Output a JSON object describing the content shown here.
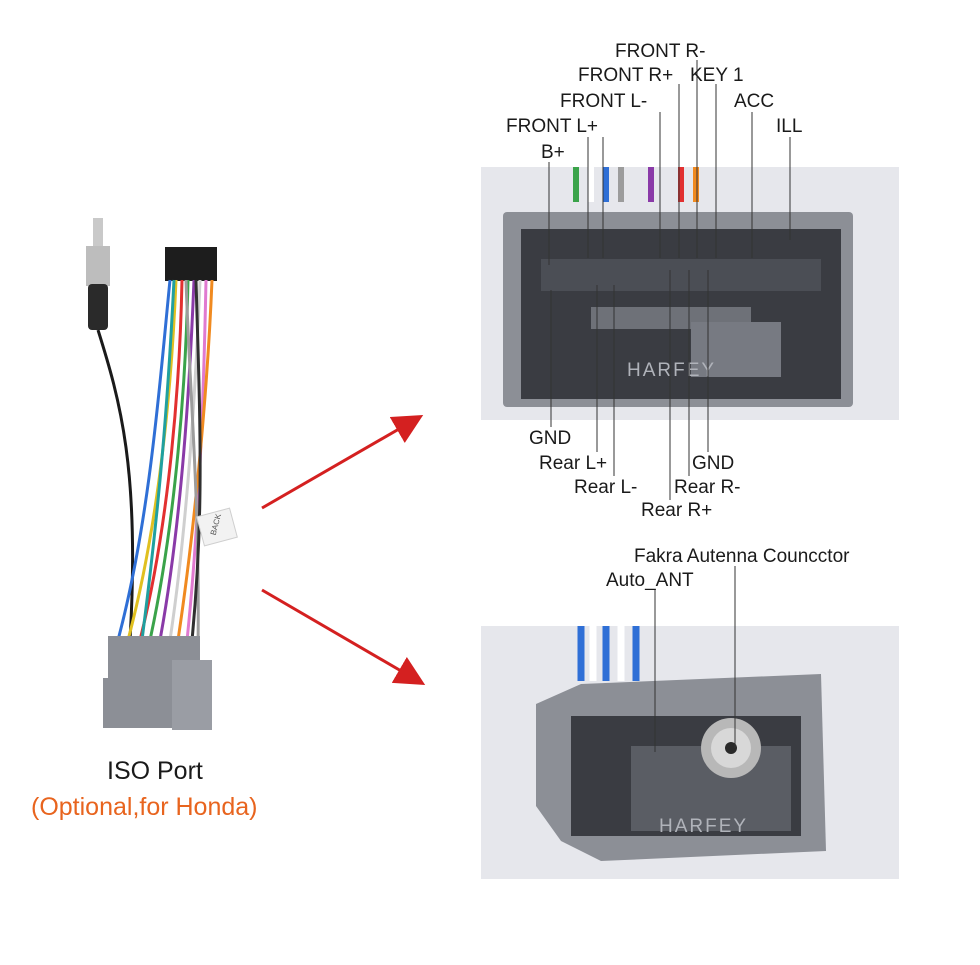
{
  "harness": {
    "title": "ISO Port",
    "subtitle": "(Optional,for Honda)",
    "label_tag_text": "BACK"
  },
  "top_connector": {
    "watermark": "HARFEY",
    "labels_top": [
      "FRONT R-",
      "FRONT R+",
      "KEY 1",
      "FRONT L-",
      "ACC",
      "FRONT L+",
      "ILL",
      "B+"
    ],
    "labels_bottom": [
      "GND",
      "Rear L+",
      "GND",
      "Rear L-",
      "Rear R-",
      "Rear R+"
    ]
  },
  "bottom_connector": {
    "watermark": "HARFEY",
    "labels": [
      "Fakra Autenna Councctor",
      "Auto_ANT"
    ]
  },
  "colors": {
    "arrow": "#d42020",
    "caption_orange": "#e8641e",
    "connector_gray": "#8c8f96",
    "photo_bg": "#e6e7ec"
  }
}
